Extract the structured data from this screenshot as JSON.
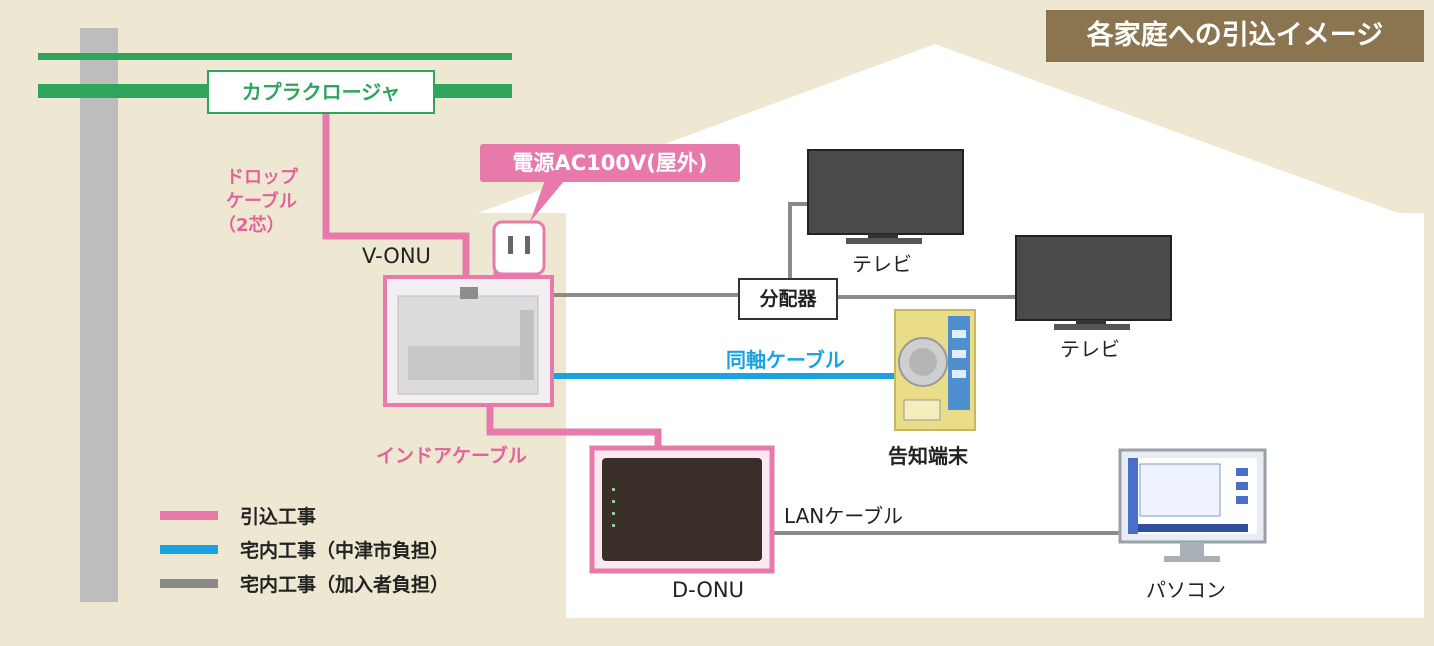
{
  "title": "各家庭への引込イメージ",
  "coupler_label": "カプラクロージャ",
  "drop_cable_label": [
    "ドロップ",
    "ケーブル",
    "（2芯）"
  ],
  "power_label": "電源AC100V(屋外)",
  "v_onu_label": "V-ONU",
  "indoor_cable_label": "インドアケーブル",
  "d_onu_label": "D-ONU",
  "splitter_label": "分配器",
  "tv1_label": "テレビ",
  "tv2_label": "テレビ",
  "coax_label": "同軸ケーブル",
  "terminal_label": "告知端末",
  "lan_label": "LANケーブル",
  "pc_label": "パソコン",
  "legend": [
    {
      "label": "引込工事",
      "color": "#e77aab"
    },
    {
      "label": "宅内工事（中津市負担）",
      "color": "#1aa3e0"
    },
    {
      "label": "宅内工事（加入者負担）",
      "color": "#8a8a8a"
    }
  ],
  "colors": {
    "background": "#eee8d2",
    "house": "#ffffff",
    "pole": "#bdbdbd",
    "fiber_line": "#2ea55a",
    "pink_line": "#e77aab",
    "blue_line": "#1aa3e0",
    "gray_line": "#8a8a8a",
    "badge": "#8b7550"
  }
}
